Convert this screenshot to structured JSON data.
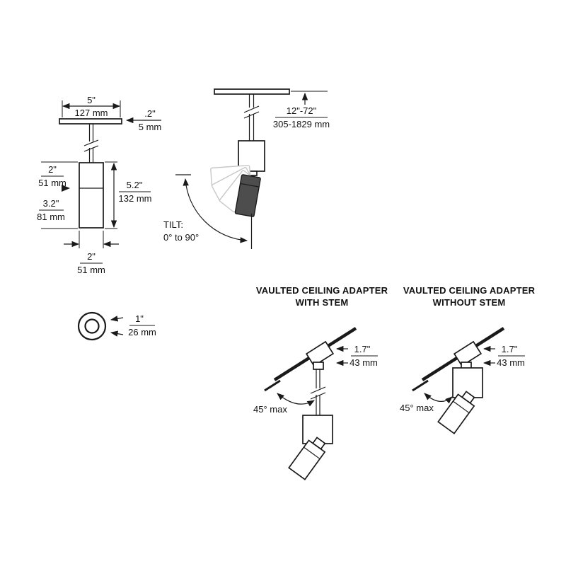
{
  "palette": {
    "ink": "#1a1a1a",
    "ghost_lines": "#c7c7c7"
  },
  "front_view": {
    "canopy_width": {
      "in": "5\"",
      "mm": "127 mm"
    },
    "canopy_thickness": {
      "in": ".2\"",
      "mm": "5 mm"
    },
    "upper_body_height": {
      "in": "2\"",
      "mm": "51 mm"
    },
    "lower_body_height": {
      "in": "3.2\"",
      "mm": "81 mm"
    },
    "body_height": {
      "in": "5.2\"",
      "mm": "132 mm"
    },
    "body_width": {
      "in": "2\"",
      "mm": "51 mm"
    }
  },
  "side_view": {
    "stem_length": {
      "in": "12\"-72\"",
      "mm": "305-1829 mm"
    },
    "tilt_label": "TILT:",
    "tilt_range": "0° to 90°"
  },
  "top_view": {
    "diameter": {
      "in": "1\"",
      "mm": "26 mm"
    }
  },
  "vaulted_with_stem": {
    "title_line1": "VAULTED CEILING ADAPTER",
    "title_line2": "WITH STEM",
    "adapter_size": {
      "in": "1.7\"",
      "mm": "43 mm"
    },
    "max_angle": "45° max"
  },
  "vaulted_without_stem": {
    "title_line1": "VAULTED CEILING ADAPTER",
    "title_line2": "WITHOUT STEM",
    "adapter_size": {
      "in": "1.7\"",
      "mm": "43 mm"
    },
    "max_angle": "45° max"
  }
}
